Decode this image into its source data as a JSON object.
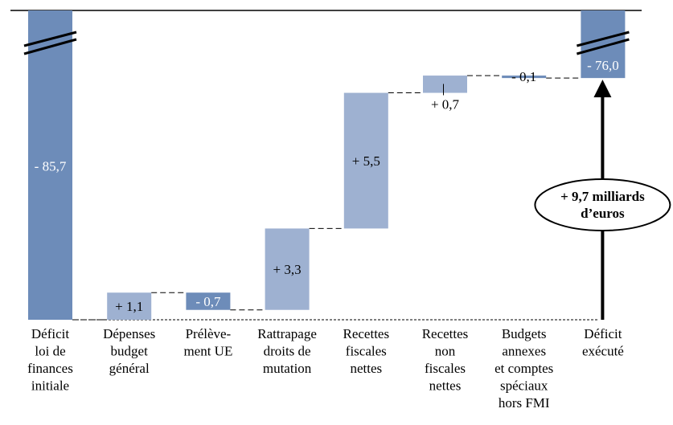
{
  "chart_data": {
    "type": "waterfall",
    "title": "",
    "unit": "milliards d'euros",
    "categories": [
      [
        "Déficit",
        "loi de",
        "finances",
        "initiale"
      ],
      [
        "Dépenses",
        "budget",
        "général"
      ],
      [
        "Prélève-",
        "ment UE"
      ],
      [
        "Rattrapage",
        "droits de",
        "mutation"
      ],
      [
        "Recettes",
        "fiscales",
        "nettes"
      ],
      [
        "Recettes",
        "non",
        "fiscales",
        "nettes"
      ],
      [
        "Budgets",
        "annexes",
        "et comptes",
        "spéciaux",
        "hors FMI"
      ],
      [
        "Déficit",
        "exécuté"
      ]
    ],
    "values": [
      -85.7,
      1.1,
      -0.7,
      3.3,
      5.5,
      0.7,
      -0.1,
      -76.0
    ],
    "kinds": [
      "total",
      "delta",
      "delta",
      "delta",
      "delta",
      "delta",
      "delta",
      "total"
    ],
    "labels": [
      "- 85,7",
      "+ 1,1",
      "- 0,7",
      "+ 3,3",
      "+ 5,5",
      "+ 0,7",
      "- 0,1",
      "- 76,0"
    ],
    "annotation": [
      "+ 9,7 milliards",
      "d’euros"
    ],
    "colors": {
      "total": "#6d8cb9",
      "positive": "#9eb1d1",
      "negative": "#6d8cb9"
    }
  }
}
